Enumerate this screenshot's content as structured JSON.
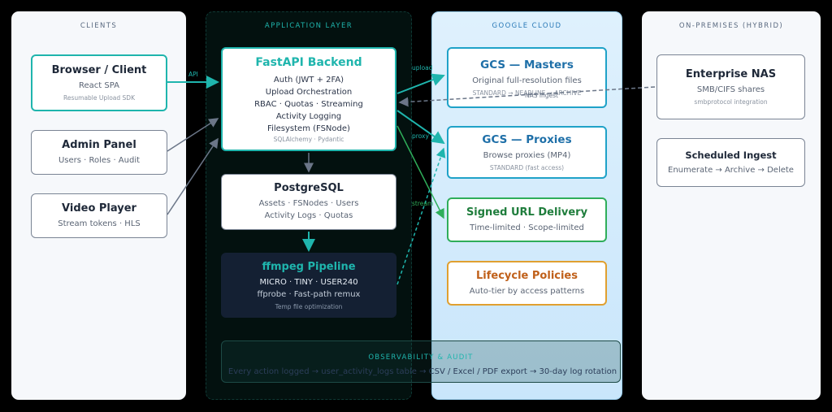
{
  "columns": {
    "clients": "CLIENTS",
    "app": "APPLICATION LAYER",
    "cloud": "GOOGLE CLOUD",
    "onprem": "ON-PREMISES (HYBRID)"
  },
  "clients": {
    "browser": {
      "title": "Browser / Client",
      "sub": "React SPA",
      "note": "Resumable Upload SDK"
    },
    "admin": {
      "title": "Admin Panel",
      "sub": "Users · Roles · Audit"
    },
    "player": {
      "title": "Video Player",
      "sub": "Stream tokens · HLS"
    }
  },
  "app": {
    "backend": {
      "title": "FastAPI Backend",
      "lines": [
        "Auth (JWT + 2FA)",
        "Upload Orchestration",
        "RBAC · Quotas · Streaming",
        "Activity Logging",
        "Filesystem (FSNode)"
      ],
      "note": "SQLAlchemy · Pydantic"
    },
    "postgres": {
      "title": "PostgreSQL",
      "lines": [
        "Assets · FSNodes · Users",
        "Activity Logs · Quotas"
      ]
    },
    "ffmpeg": {
      "title": "ffmpeg Pipeline",
      "lines": [
        "MICRO · TINY · USER240",
        "ffprobe · Fast-path remux"
      ],
      "note": "Temp file optimization"
    }
  },
  "cloud": {
    "masters": {
      "title": "GCS — Masters",
      "sub": "Original full-resolution files",
      "note": "STANDARD → NEARLINE → ARCHIVE"
    },
    "proxies": {
      "title": "GCS — Proxies",
      "sub": "Browse proxies (MP4)",
      "note": "STANDARD (fast access)"
    },
    "signed": {
      "title": "Signed URL Delivery",
      "sub": "Time-limited · Scope-limited"
    },
    "lifecycle": {
      "title": "Lifecycle Policies",
      "sub": "Auto-tier by access patterns"
    }
  },
  "onprem": {
    "nas": {
      "title": "Enterprise NAS",
      "sub": "SMB/CIFS shares",
      "note": "smbprotocol integration"
    },
    "ingest": {
      "title": "Scheduled Ingest",
      "sub": "Enumerate → Archive → Delete"
    }
  },
  "edges": {
    "api": "API",
    "upload": "upload",
    "proxy": "proxy",
    "stream": "stream",
    "nas_ingest": "NAS ingest"
  },
  "observability": {
    "title": "OBSERVABILITY & AUDIT",
    "text": "Every action logged → user_activity_logs table → CSV / Excel / PDF export → 30-day log rotation"
  },
  "colors": {
    "teal": "#1fb5ad",
    "green": "#2fae5a",
    "orange": "#e0a030",
    "slate": "#6b7688",
    "navy": "#142033"
  }
}
